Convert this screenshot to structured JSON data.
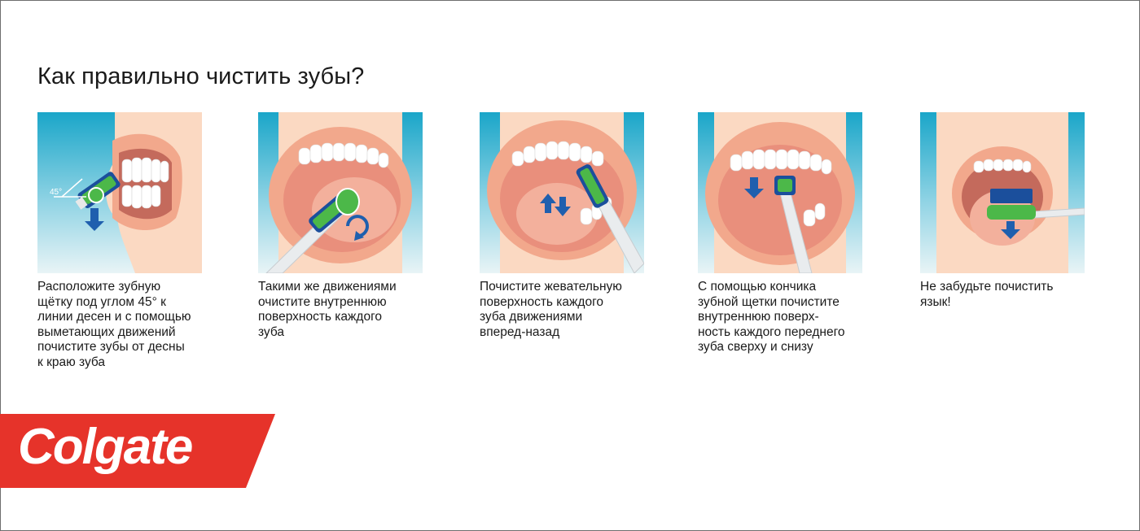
{
  "title": "Как правильно чистить зубы?",
  "steps": [
    {
      "caption": "Расположите зубную\nщётку под углом 45° к\nлинии десен и с помощью\nвыметающих движений\nпочистите зубы от десны\nк краю зуба",
      "angle_label": "45°"
    },
    {
      "caption": "Такими же движениями\nочистите внутреннюю\nповерхность каждого\nзуба"
    },
    {
      "caption": "Почистите жевательную\nповерхность каждого\nзуба движениями\nвперед-назад"
    },
    {
      "caption": "С помощью кончика\nзубной щетки почистите\nвнутреннюю поверх-\nность каждого переднего\nзуба сверху и снизу"
    },
    {
      "caption": "Не забудьте почистить\nязык!"
    }
  ],
  "logo": {
    "text": "Colgate",
    "brand_color": "#e6332a"
  },
  "colors": {
    "background_top": "#1aa6c9",
    "background_bottom": "#e8f4f6",
    "skin": "#fbd9c2",
    "lips": "#f2a88c",
    "mouth_inner": "#f0a08a",
    "teeth": "#ffffff",
    "arrow_blue": "#1f5fae",
    "brush_green": "#4cb849",
    "brush_blue": "#1b4f9c"
  }
}
